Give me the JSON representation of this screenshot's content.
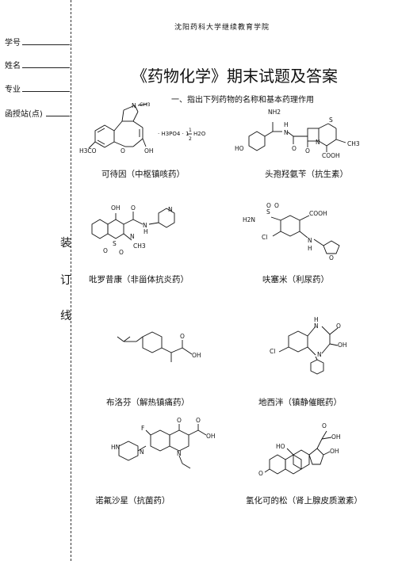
{
  "binding": {
    "fields": [
      {
        "label": "学号"
      },
      {
        "label": "姓名"
      },
      {
        "label": "专业"
      },
      {
        "label": "函授站(点)"
      }
    ],
    "chars": [
      "装",
      "订",
      "线"
    ]
  },
  "header": {
    "institution": "沈阳药科大学继续教育学院",
    "title": "《药物化学》期末试题及答案",
    "section": "一、指出下列药物的名称和基本药理作用"
  },
  "drugs": [
    {
      "caption": "可待因（中枢镇咳药）",
      "labels": {
        "n": "N",
        "me": "CH3",
        "salt": "· H3PO4 · 1",
        "half_num": "1",
        "half_den": "2",
        "water": "H2O",
        "ome": "H3CO",
        "o": "O",
        "oh": "OH"
      }
    },
    {
      "caption": "头孢羟氨苄（抗生素）",
      "labels": {
        "nh2": "NH2",
        "ho": "HO",
        "h": "H",
        "n1": "N",
        "s": "S",
        "n2": "N",
        "o1": "O",
        "o2": "O",
        "ch3": "CH3",
        "cooh": "COOH"
      }
    },
    {
      "caption": "吡罗昔康（非甾体抗炎药）",
      "labels": {
        "oh": "OH",
        "o": "O",
        "n": "N",
        "h": "H",
        "npy": "N",
        "s": "S",
        "n2": "N",
        "ch3": "CH3",
        "o1": "O",
        "o2": "O"
      }
    },
    {
      "caption": "呋塞米（利尿药）",
      "labels": {
        "h2n": "H2N",
        "s": "S",
        "o1": "O",
        "o2": "O",
        "cooh": "COOH",
        "cl": "Cl",
        "n": "N",
        "h": "H",
        "o": "O"
      }
    },
    {
      "caption": "布洛芬（解热镇痛药）",
      "labels": {
        "o": "O",
        "oh": "OH"
      }
    },
    {
      "caption": "地西泮（镇静催眠药）",
      "labels": {
        "h": "H",
        "n1": "N",
        "o": "O",
        "oh": "OH",
        "cl": "Cl",
        "n2": "N"
      }
    },
    {
      "caption": "诺氟沙星（抗菌药）",
      "labels": {
        "f": "F",
        "o": "O",
        "oh": "OH",
        "o2": "O",
        "hn": "HN",
        "n1": "N",
        "n2": "N"
      }
    },
    {
      "caption": "氢化可的松（肾上腺皮质激素）",
      "labels": {
        "o1": "O",
        "oh1": "OH",
        "ho": "HO",
        "oh2": "OH",
        "o2": "O"
      }
    }
  ]
}
